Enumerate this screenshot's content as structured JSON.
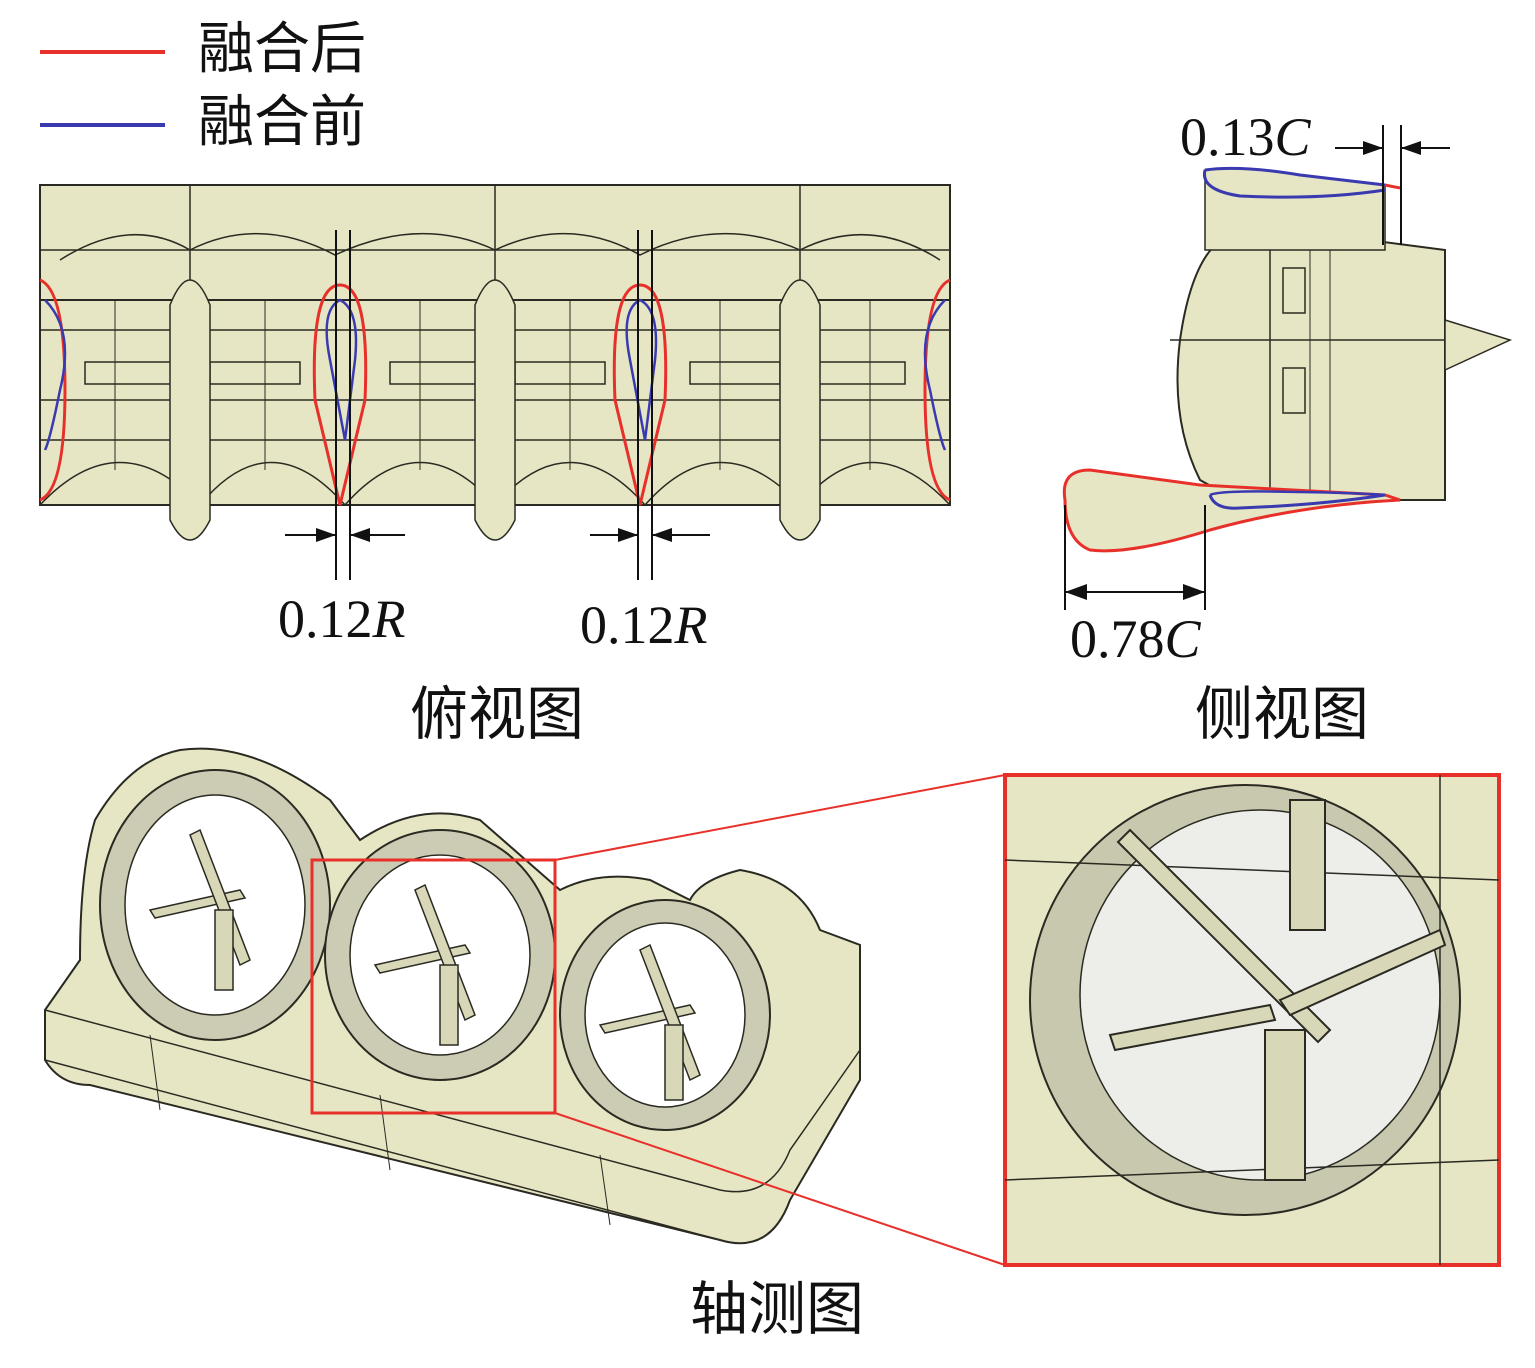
{
  "legend": {
    "after": {
      "label": "融合后",
      "color": "#e8302a"
    },
    "before": {
      "label": "融合前",
      "color": "#3a3ab0"
    }
  },
  "top_view": {
    "caption": "俯视图",
    "dims": [
      {
        "value": "0.12",
        "symbol": "R"
      },
      {
        "value": "0.12",
        "symbol": "R"
      }
    ]
  },
  "side_view": {
    "caption": "侧视图",
    "dims": [
      {
        "value": "0.13",
        "symbol": "C"
      },
      {
        "value": "0.78",
        "symbol": "C"
      }
    ]
  },
  "iso_view": {
    "caption": "轴测图"
  },
  "colors": {
    "surface": "#e6e6c4",
    "mesh_line": "#2a2a22",
    "highlight_box": "#e8302a"
  }
}
